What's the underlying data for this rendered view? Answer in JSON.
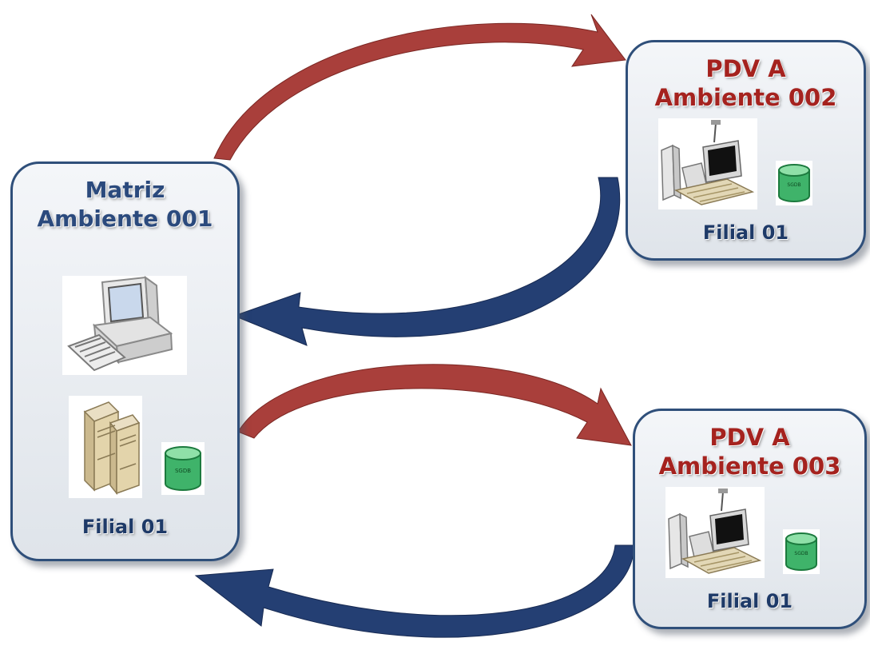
{
  "colors": {
    "box_border": "#2f4f7a",
    "blue_arrow": "#243f73",
    "red_arrow": "#a93f3b",
    "red_title": "#a5221e",
    "blue_title": "#2b4a7d"
  },
  "matriz": {
    "title": "Matriz",
    "subtitle": "Ambiente 001",
    "footer": "Filial 01",
    "icons": [
      "desktop-computer-icon",
      "server-rack-icon",
      "database-icon"
    ],
    "db_label": "SGDB"
  },
  "pdv_a": {
    "title": "PDV A",
    "subtitle": "Ambiente 002",
    "footer": "Filial 01",
    "icons": [
      "pos-terminal-icon",
      "database-icon"
    ],
    "db_label": "SGDB"
  },
  "pdv_b": {
    "title": "PDV A",
    "subtitle": "Ambiente 003",
    "footer": "Filial 01",
    "icons": [
      "pos-terminal-icon",
      "database-icon"
    ],
    "db_label": "SGDB"
  }
}
